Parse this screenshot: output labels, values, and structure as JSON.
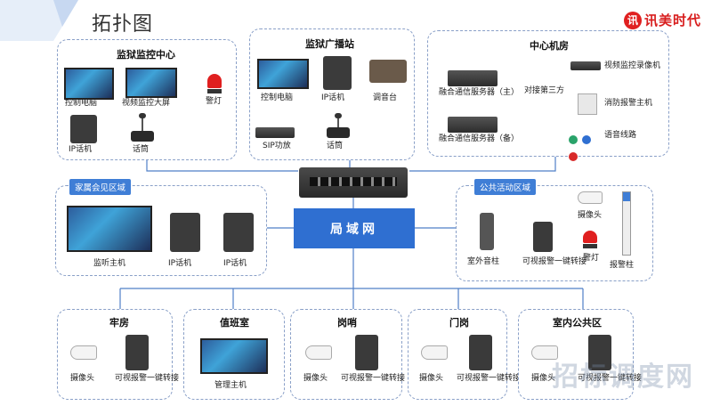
{
  "page_title": "拓扑图",
  "logo_text": "讯美时代",
  "lan_label": "局域网",
  "top_groups": {
    "prison_center": {
      "title": "监狱监控中心",
      "items": [
        "控制电脑",
        "视频监控大屏",
        "警灯",
        "IP话机",
        "话筒"
      ]
    },
    "broadcast": {
      "title": "监狱广播站",
      "items": [
        "控制电脑",
        "IP话机",
        "调音台",
        "SIP功放",
        "话筒"
      ]
    },
    "machine_room": {
      "title": "中心机房",
      "items": [
        "融合通信服务器（主）",
        "融合通信服务器（备）",
        "对接第三方",
        "视频监控录像机",
        "消防报警主机",
        "语音线路"
      ]
    }
  },
  "side_groups": {
    "family_visit": {
      "title": "家属会见区域",
      "items": [
        "监听主机",
        "IP话机",
        "IP话机"
      ]
    },
    "public_activity": {
      "title": "公共活动区域",
      "items": [
        "摄像头",
        "室外音柱",
        "可视报警一键转接",
        "警灯",
        "报警柱"
      ]
    }
  },
  "bottom_groups": [
    {
      "title": "牢房",
      "items": [
        "摄像头",
        "可视报警一键转接"
      ]
    },
    {
      "title": "值班室",
      "items": [
        "管理主机"
      ]
    },
    {
      "title": "岗哨",
      "items": [
        "摄像头",
        "可视报警一键转接"
      ]
    },
    {
      "title": "门岗",
      "items": [
        "摄像头",
        "可视报警一键转接"
      ]
    },
    {
      "title": "室内公共区",
      "items": [
        "摄像头",
        "可视报警一键转接"
      ]
    }
  ],
  "watermark_text": "招标调度网",
  "colors": {
    "accent": "#2f6fd1",
    "tag": "#3f7ed6",
    "border": "#8aa0c8",
    "line": "#4f7fc7",
    "logo": "#d81e1e"
  }
}
